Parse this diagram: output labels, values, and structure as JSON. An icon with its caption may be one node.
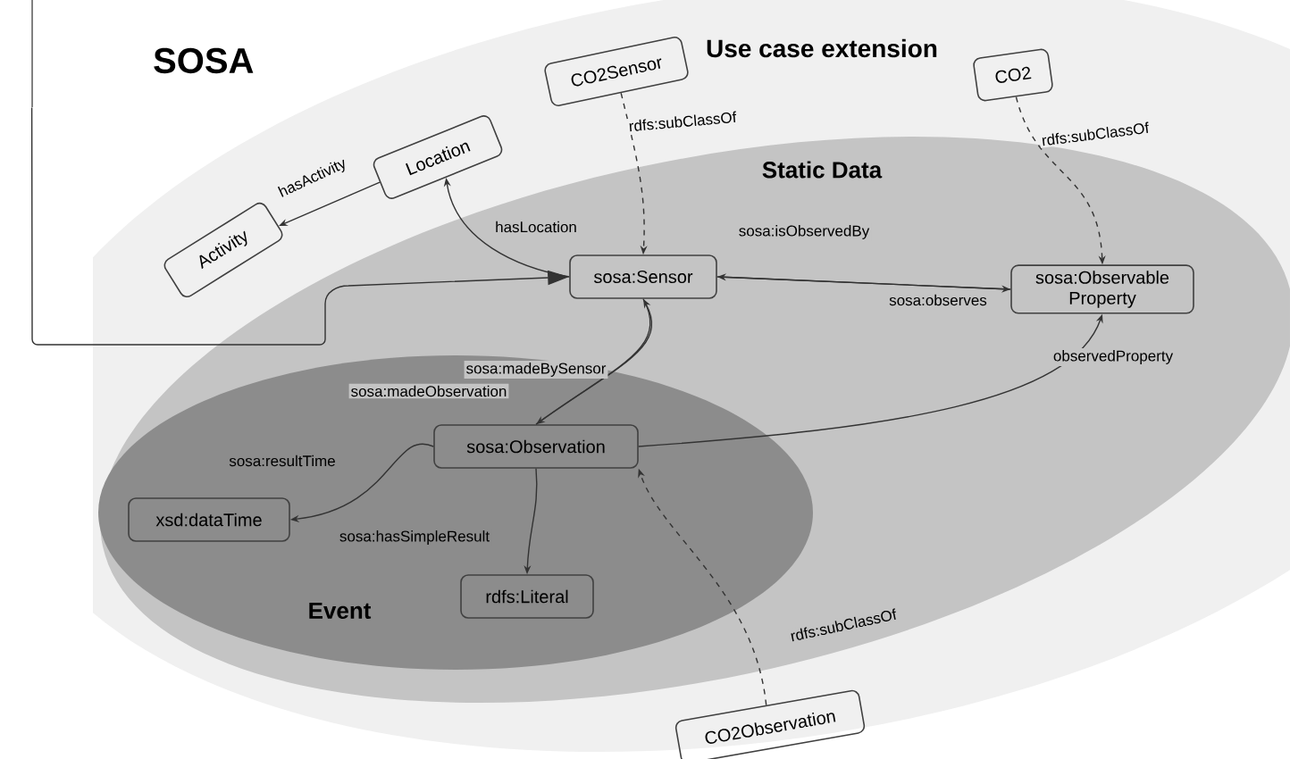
{
  "diagram": {
    "nodes": [
      {
        "text": [
          "SOSA"
        ]
      },
      {
        "text": [
          "Use case extension"
        ]
      },
      {
        "text": [
          "Static Data"
        ],
        "in": 1
      },
      {
        "text": [
          "Event"
        ],
        "in": 2
      },
      {
        "text": [
          "CO2Sensor"
        ],
        "in": 1
      },
      {
        "text": [
          "CO2"
        ],
        "in": 1
      },
      {
        "text": [
          "Location"
        ],
        "in": 1
      },
      {
        "text": [
          "Activity"
        ],
        "in": 1
      },
      {
        "text": [
          "sosa:Sensor"
        ],
        "in": 2
      },
      {
        "text": [
          "sosa:Observable Property"
        ],
        "in": 2
      },
      {
        "text": [
          "sosa:Observation"
        ],
        "in": 3
      },
      {
        "text": [
          "xsd:dataTime"
        ],
        "in": 3
      },
      {
        "text": [
          "rdfs:Literal"
        ],
        "in": 3
      },
      {
        "text": [
          "CO2Observation"
        ],
        "in": 1
      }
    ],
    "edges": [
      {
        "from": 6,
        "to": 7,
        "arrow": "to",
        "label": "hasActivity"
      },
      {
        "from": 8,
        "to": 6,
        "arrow": "to",
        "label": "hasLocation"
      },
      {
        "from": 4,
        "to": 8,
        "arrow": "to",
        "label": "rdfs:subClassOf",
        "style": "dashed"
      },
      {
        "from": 5,
        "to": 9,
        "arrow": "to",
        "label": "rdfs:subClassOf",
        "style": "dashed"
      },
      {
        "from": 9,
        "to": 8,
        "arrow": "to",
        "label": "sosa:isObservedBy"
      },
      {
        "from": 8,
        "to": 9,
        "arrow": "to",
        "label": "sosa:observes"
      },
      {
        "from": 0,
        "to": 8,
        "arrow": "to"
      },
      {
        "from": 10,
        "to": 8,
        "arrow": "to",
        "label": "sosa:madeBySensor"
      },
      {
        "from": 8,
        "to": 10,
        "arrow": "to",
        "label": "sosa:madeObservation"
      },
      {
        "from": 10,
        "to": 9,
        "arrow": "to",
        "label": "observedProperty"
      },
      {
        "from": 10,
        "to": 11,
        "arrow": "to",
        "label": "sosa:resultTime"
      },
      {
        "from": 10,
        "to": 12,
        "arrow": "to",
        "label": "sosa:hasSimpleResult"
      },
      {
        "from": 13,
        "to": 10,
        "arrow": "to",
        "label": "rdfs:subClassOf",
        "style": "dashed"
      }
    ]
  }
}
